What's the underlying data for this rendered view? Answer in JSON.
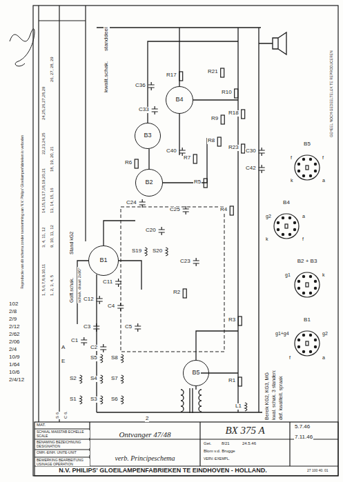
{
  "diagram": {
    "nodes": [
      {
        "text": [
          "B1"
        ]
      },
      {
        "text": [
          "B2"
        ]
      },
      {
        "text": [
          "B3"
        ]
      },
      {
        "text": [
          "B4"
        ]
      },
      {
        "text": [
          "B5"
        ]
      },
      {
        "text": [
          "B5"
        ]
      },
      {
        "text": [
          "B4"
        ]
      },
      {
        "text": [
          "B2 + B3"
        ]
      },
      {
        "text": [
          "B1"
        ]
      },
      {
        "text": [
          "Ontvanger 47/48"
        ]
      },
      {
        "text": [
          "BX 375 A"
        ]
      },
      {
        "text": [
          "verb. Principeschema"
        ]
      },
      {
        "text": [
          "N.V. PHILIPS' GLOEILAMPENFABRIEKEN TE EINDHOVEN - HOLLAND."
        ]
      }
    ],
    "labels": [
      "kwalit.schak.",
      "standdeel",
      "1, 5,6,7,8,9,10,11",
      "3, 4, 11, 12",
      "14,15,16,17,18,19,20,21",
      "22,23,24,25",
      "24,25,26,27,28,29",
      "1, 2, 3, 4, 5",
      "9, 10, 11, 12",
      "13, 14, 15, 16",
      "18, 19, 20, 21",
      "26, 27, 28, 29",
      "Golfl.schak.",
      "Stand kG2",
      "schak. draait 2x90°",
      "C 6.",
      "S 6",
      "Bereik KG2, KG3, MG",
      "kwal. schak. 3 standen:",
      "def. kwaliteit. spraak",
      "102",
      "2/8",
      "2/9",
      "2/12",
      "2/62",
      "2/06",
      "2/4",
      "10/9",
      "1/64",
      "10/6",
      "2/4/12",
      "Reproductie van dit schema zonder toestemming van N.V. Philips' Gloeilampenfabrieken is verboden",
      "GEHEEL NOCH GEDEELTELIJK TE REPRODUCEREN",
      "R1",
      "R2",
      "R3",
      "R4",
      "R5",
      "R6",
      "R7",
      "R8",
      "R9",
      "R10",
      "R17",
      "R18",
      "R21",
      "R23",
      "C1",
      "C2",
      "C3",
      "C4",
      "C5",
      "C11",
      "C12",
      "C20",
      "C23",
      "C24",
      "C25",
      "C30",
      "C33",
      "C36",
      "C40",
      "C42",
      "S1",
      "S2",
      "S3",
      "S4",
      "S5",
      "S6",
      "S7",
      "S8",
      "S19",
      "S20",
      "L1",
      "A",
      "E",
      "2",
      "f",
      "f",
      "k",
      "a",
      "g2",
      "a",
      "k",
      "f",
      "g1",
      "k",
      "g1+g4",
      "g2",
      "a",
      "f",
      "MAT.",
      "SCHAAL MAßSTAB ECHELLE SCALE",
      "BENAMING BEZEICHNUNG DESIGNATION",
      "OMH.-EINH. UNITE-UNIT",
      "BEWERKING BEARBEITUNG USINAGE OPERATION",
      "Get.",
      "8/21",
      "24.5.46",
      "Blom v.d. Brugge",
      "VERV.-EXEMPL.",
      "5.7.46",
      "7.11.46",
      "27 100 40. 01"
    ]
  }
}
